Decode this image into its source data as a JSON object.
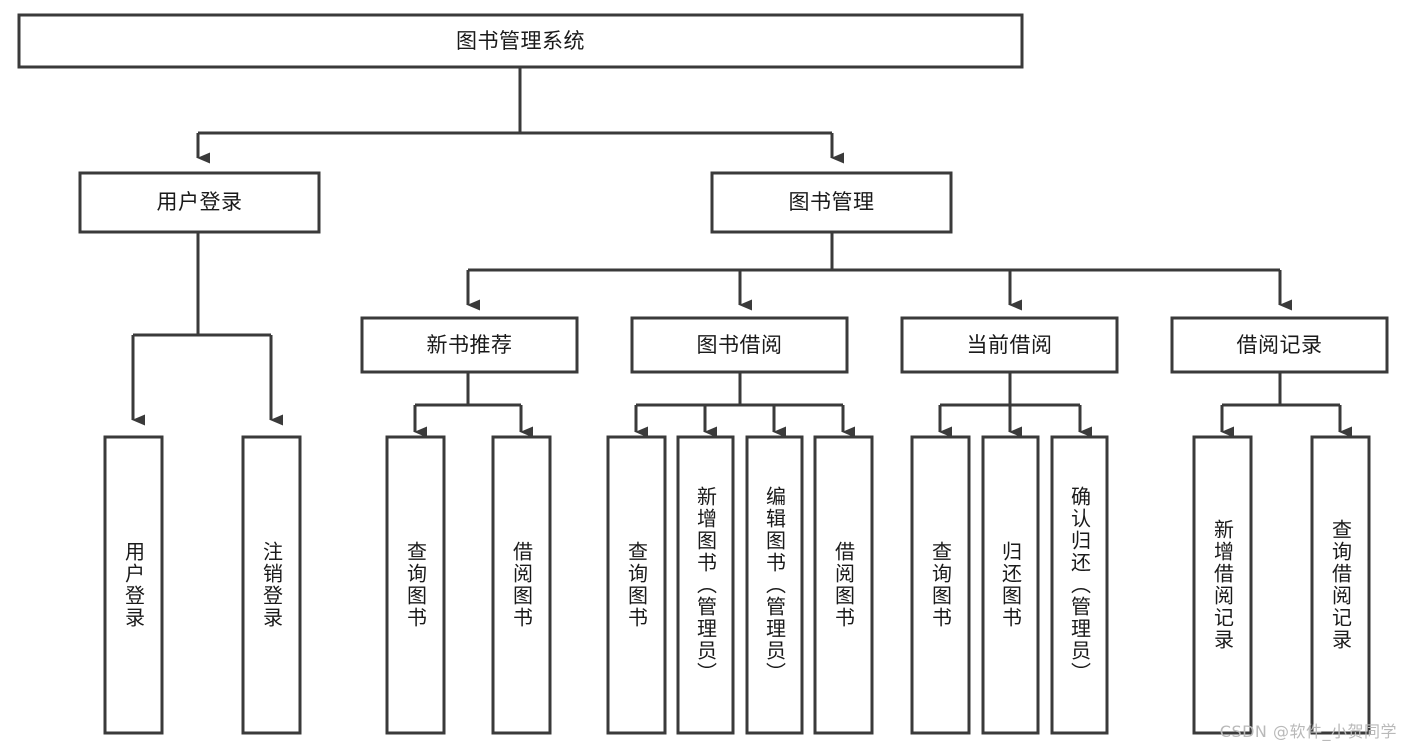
{
  "diagram": {
    "title": "图书管理系统",
    "type": "hierarchy-tree",
    "colors": {
      "box_stroke": "#3a3a3a",
      "box_fill": "#ffffff",
      "connector": "#3a3a3a",
      "text": "#1a1a1a",
      "watermark": "#b9b9b9",
      "background": "#ffffff"
    },
    "levels": 4
  },
  "root": {
    "label": "图书管理系统"
  },
  "level2": [
    {
      "label": "用户登录"
    },
    {
      "label": "图书管理"
    }
  ],
  "level3": [
    {
      "label": "新书推荐"
    },
    {
      "label": "图书借阅"
    },
    {
      "label": "当前借阅"
    },
    {
      "label": "借阅记录"
    }
  ],
  "leaves": {
    "user_login": [
      {
        "label": "用户登录"
      },
      {
        "label": "注销登录"
      }
    ],
    "new_book_recommend": [
      {
        "label": "查询图书"
      },
      {
        "label": "借阅图书"
      }
    ],
    "book_borrow": [
      {
        "label": "查询图书"
      },
      {
        "label": "新增图书（管理员）"
      },
      {
        "label": "编辑图书（管理员）"
      },
      {
        "label": "借阅图书"
      }
    ],
    "current_borrow": [
      {
        "label": "查询图书"
      },
      {
        "label": "归还图书"
      },
      {
        "label": "确认归还（管理员）"
      }
    ],
    "borrow_record": [
      {
        "label": "新增借阅记录"
      },
      {
        "label": "查询借阅记录"
      }
    ]
  },
  "watermark": {
    "text": "CSDN @软件_小贺同学"
  }
}
